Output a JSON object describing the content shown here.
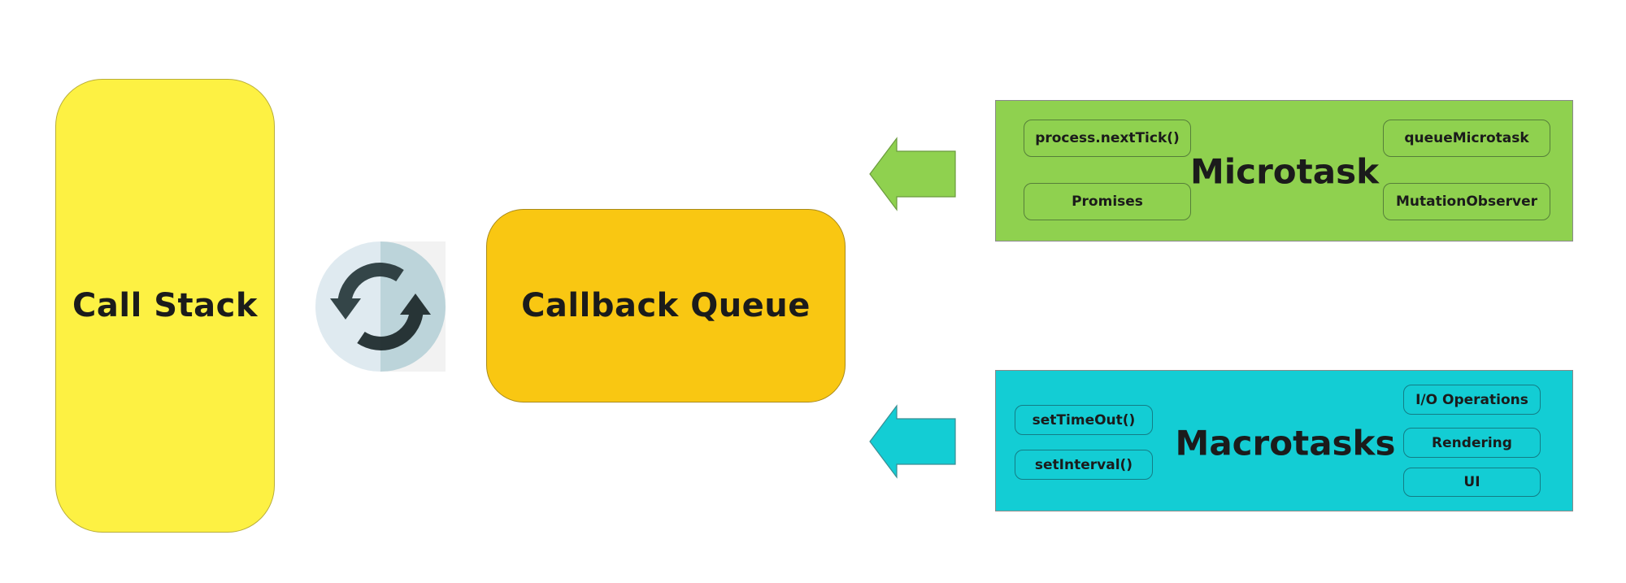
{
  "diagram": {
    "title": "JavaScript Event Loop",
    "colors": {
      "call_stack": "#fdf143",
      "callback_queue": "#f9c712",
      "microtask": "#8fd14f",
      "macrotask": "#13cdd4",
      "cycle_icon_bg_left": "#dfeaf0",
      "cycle_icon_bg_right": "#c7e0e6",
      "cycle_icon_arrow": "#2f3d40"
    },
    "call_stack": {
      "label": "Call Stack"
    },
    "event_loop_icon": {
      "icon": "refresh-cycle-icon"
    },
    "callback_queue": {
      "label": "Callback Queue"
    },
    "microtask": {
      "title": "Microtask",
      "arrow_direction": "left",
      "items_left": [
        "process.nextTick()",
        "Promises"
      ],
      "items_right": [
        "queueMicrotask",
        "MutationObserver"
      ]
    },
    "macrotask": {
      "title": "Macrotasks",
      "arrow_direction": "left",
      "items_left": [
        "setTimeOut()",
        "setInterval()"
      ],
      "items_right": [
        "I/O Operations",
        "Rendering",
        "UI"
      ]
    }
  }
}
